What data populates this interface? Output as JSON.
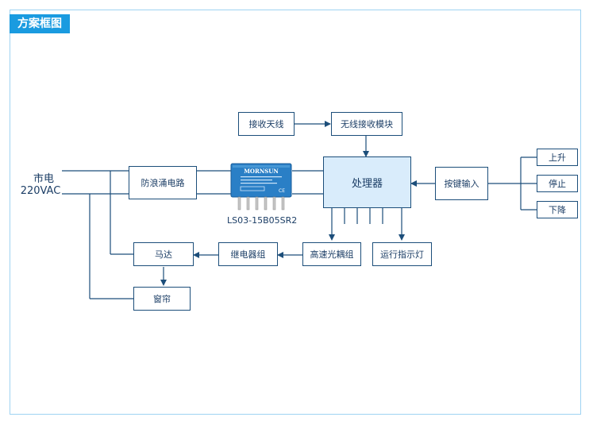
{
  "header": {
    "title": "方案框图"
  },
  "diagram": {
    "mains_line1": "市电",
    "mains_line2": "220VAC",
    "nodes": {
      "recv_antenna": "接收天线",
      "wireless_module": "无线接收模块",
      "surge": "防浪涌电路",
      "processor": "处理器",
      "key_input": "按键输入",
      "up": "上升",
      "stop": "停止",
      "down": "下降",
      "motor": "马达",
      "relay": "继电器组",
      "optocoupler": "高速光耦组",
      "run_led": "运行指示灯",
      "curtain": "窗帘"
    },
    "module": {
      "part_number": "LS03-15B05SR2",
      "brand": "MORNSUN",
      "pin_count": 6,
      "body_color": "#2a7fc6"
    }
  },
  "colors": {
    "accent": "#1a9be0",
    "line": "#1c4e7a",
    "frame": "#9fd3f2",
    "processor_fill": "#d9ecfb"
  }
}
